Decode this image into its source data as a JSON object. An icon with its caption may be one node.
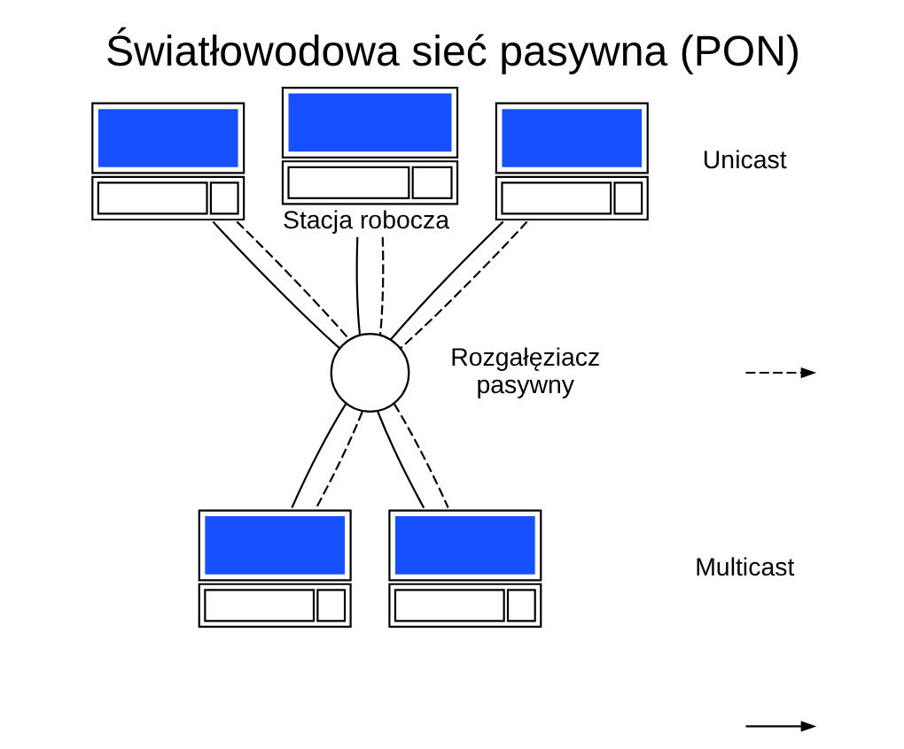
{
  "diagram": {
    "title": "Światłowodowa sieć pasywna (PON)",
    "nodes": [
      {
        "text": [],
        "shape": "computer"
      },
      {
        "text": [],
        "shape": "computer",
        "beside": [
          "Stacja robocza"
        ]
      },
      {
        "text": [],
        "shape": "computer"
      },
      {
        "text": [],
        "shape": "circle",
        "beside": [
          "Rozgałęziacz pasywny"
        ]
      },
      {
        "text": [],
        "shape": "computer"
      },
      {
        "text": [],
        "shape": "computer"
      }
    ],
    "edges": [
      {
        "from": 0,
        "to": 3,
        "arrow": "none"
      },
      {
        "from": 0,
        "to": 3,
        "arrow": "none",
        "style": "dashed"
      },
      {
        "from": 1,
        "to": 3,
        "arrow": "none"
      },
      {
        "from": 1,
        "to": 3,
        "arrow": "none",
        "style": "dashed"
      },
      {
        "from": 2,
        "to": 3,
        "arrow": "none"
      },
      {
        "from": 2,
        "to": 3,
        "arrow": "none",
        "style": "dashed"
      },
      {
        "from": 3,
        "to": 4,
        "arrow": "none"
      },
      {
        "from": 3,
        "to": 4,
        "arrow": "none",
        "style": "dashed"
      },
      {
        "from": 3,
        "to": 5,
        "arrow": "none"
      },
      {
        "from": 3,
        "to": 5,
        "arrow": "none",
        "style": "dashed"
      }
    ],
    "legend": [
      {
        "text": "Unicast"
      },
      {
        "text": "Multicast"
      }
    ]
  }
}
